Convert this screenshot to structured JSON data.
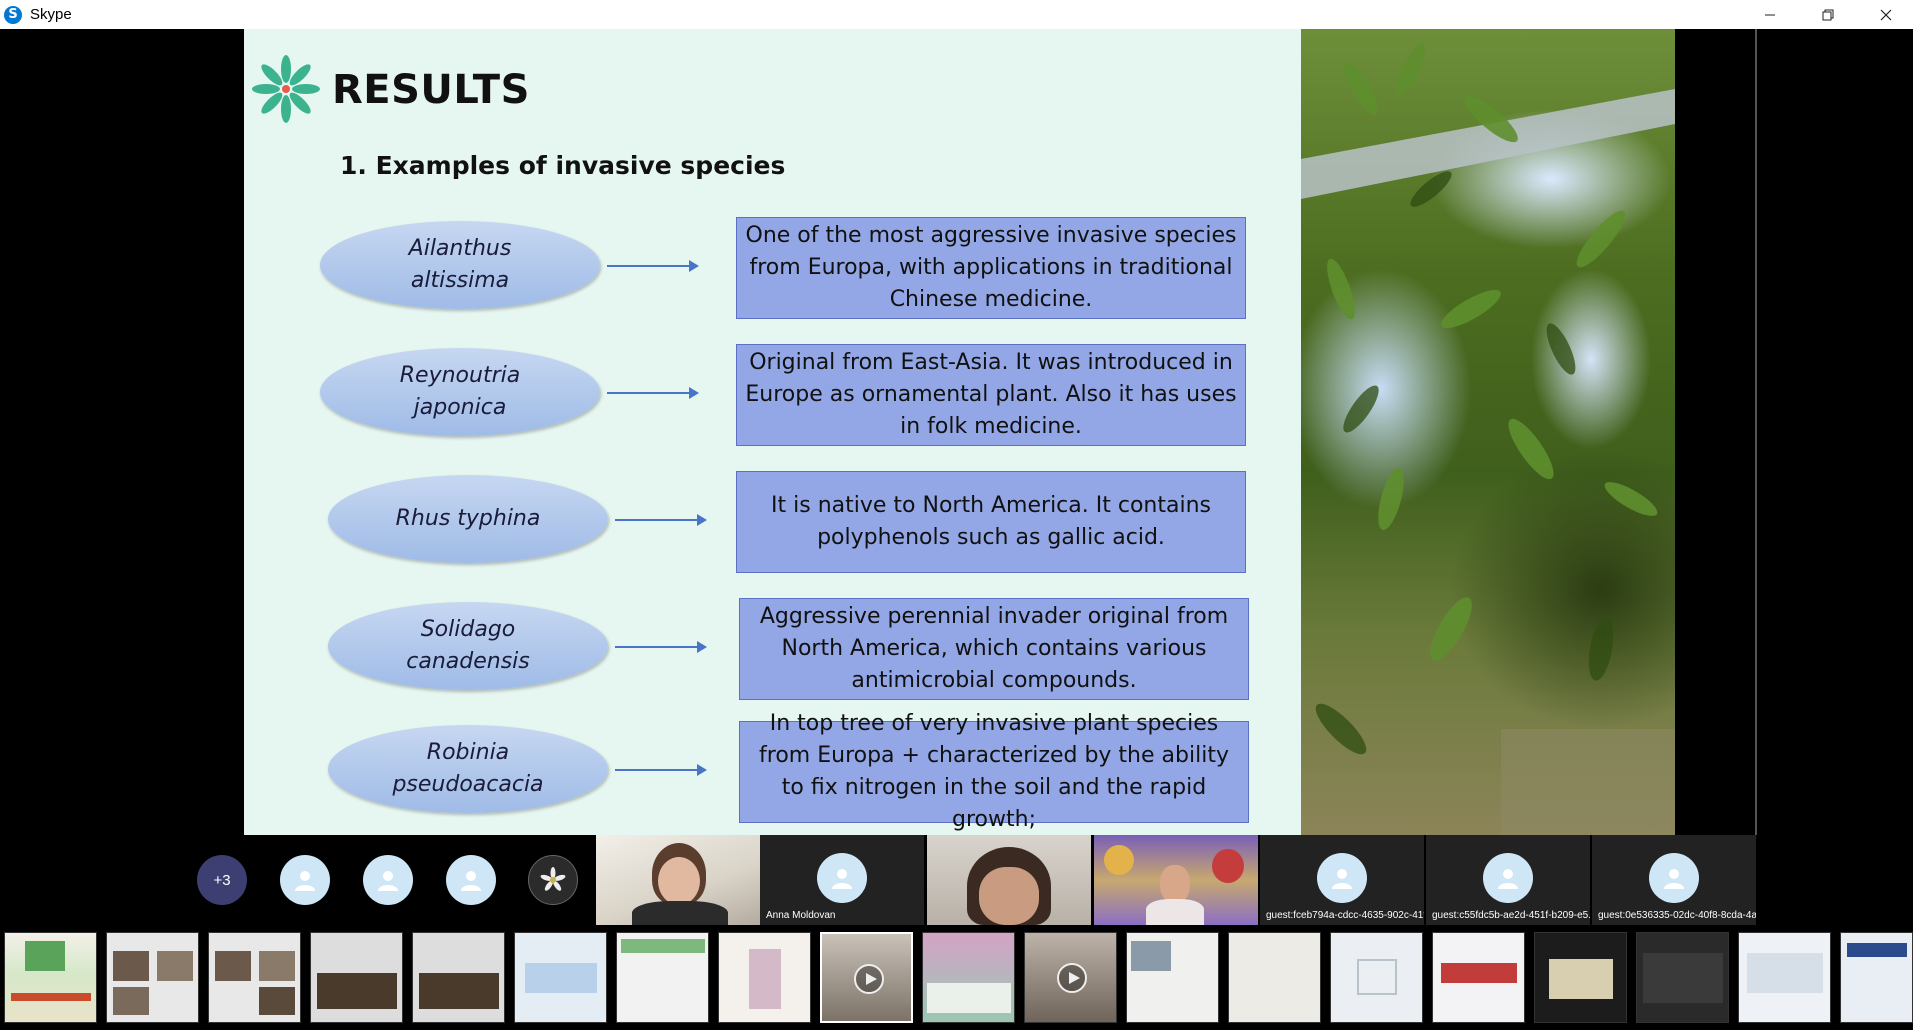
{
  "window": {
    "app_name": "Skype",
    "logo_letter": "S"
  },
  "slide": {
    "title": "RESULTS",
    "subtitle": "1. Examples of invasive species",
    "rows": [
      {
        "species": "Ailanthus\naltissima",
        "description": "One of the most aggressive invasive species from Europa, with applications in traditional Chinese medicine."
      },
      {
        "species": "Reynoutria\njaponica",
        "description": "Original from East-Asia. It was introduced in Europe as ornamental plant. Also it has uses in folk medicine."
      },
      {
        "species": "Rhus typhina",
        "description": "It is native to North America. It contains polyphenols such as gallic acid."
      },
      {
        "species": "Solidago\ncanadensis",
        "description": "Aggressive perennial invader original from North America, which contains various antimicrobial compounds."
      },
      {
        "species": "Robinia\npseudoacacia",
        "description": "In top tree of very invasive plant species from Europa + characterized by the ability to fix nitrogen in the soil and the rapid growth;"
      }
    ]
  },
  "participants": {
    "more_count": "+3",
    "named_tile": "Anna Moldovan",
    "guests": [
      "guest:fceb794a-cdcc-4635-902c-41f...",
      "guest:c55fdc5b-ae2d-451f-b209-e5...",
      "guest:0e536335-02dc-40f8-8cda-4a..."
    ]
  },
  "colors": {
    "slide_bg": "#e6f6f1",
    "ellipse": "#a9c2ea",
    "desc_box": "#93a7e6",
    "arrow": "#4a74c8",
    "avatar_bg": "#cfe6f7",
    "more_bg": "#3d3f73"
  },
  "icons": [
    "skype-logo",
    "minimize-icon",
    "restore-icon",
    "close-icon",
    "person-icon",
    "play-icon"
  ]
}
